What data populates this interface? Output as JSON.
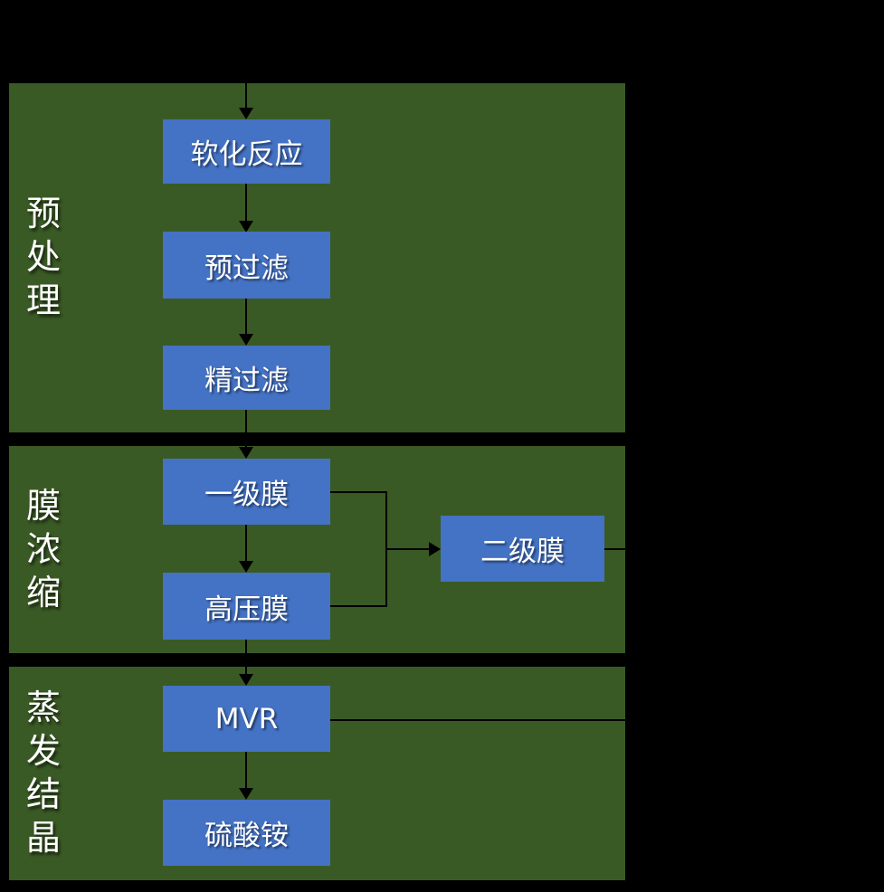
{
  "diagram": {
    "type": "flowchart",
    "colors": {
      "background": "#000000",
      "section_bg": "#3A5A25",
      "node_bg": "#4472C4",
      "text": "#FFFFFF",
      "connector": "#000000"
    },
    "sections": [
      {
        "label": "预处理",
        "nodes": [
          "软化反应",
          "预过滤",
          "精过滤"
        ]
      },
      {
        "label": "膜浓缩",
        "nodes": [
          "一级膜",
          "高压膜",
          "二级膜"
        ]
      },
      {
        "label": "蒸发结晶",
        "nodes": [
          "MVR",
          "硫酸铵"
        ]
      }
    ],
    "flow": [
      {
        "from": "入口",
        "to": "软化反应"
      },
      {
        "from": "软化反应",
        "to": "预过滤"
      },
      {
        "from": "预过滤",
        "to": "精过滤"
      },
      {
        "from": "精过滤",
        "to": "一级膜"
      },
      {
        "from": "一级膜",
        "to": "高压膜"
      },
      {
        "from": "一级膜",
        "to": "二级膜"
      },
      {
        "from": "高压膜",
        "to": "二级膜"
      },
      {
        "from": "高压膜",
        "to": "MVR"
      },
      {
        "from": "二级膜",
        "to": "出口"
      },
      {
        "from": "MVR",
        "to": "出口"
      },
      {
        "from": "MVR",
        "to": "硫酸铵"
      }
    ]
  }
}
